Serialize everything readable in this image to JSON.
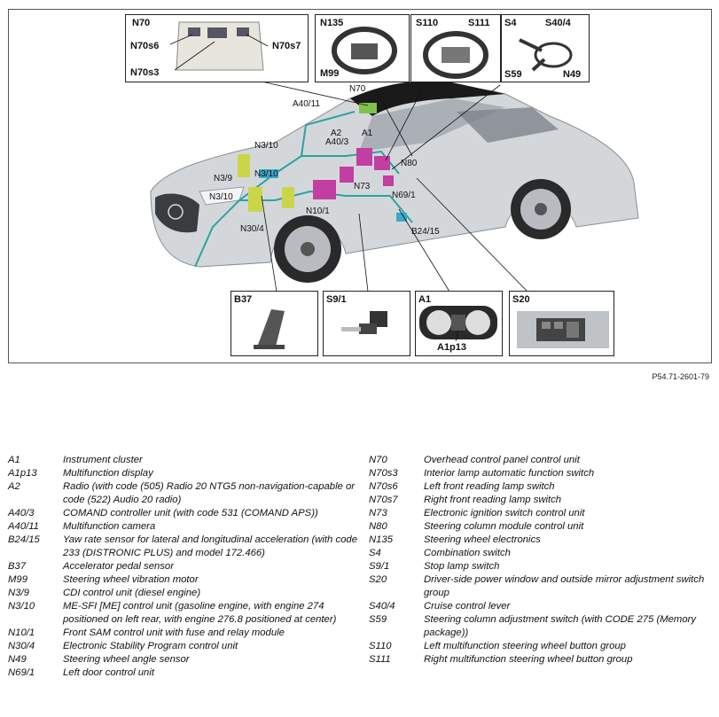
{
  "figure_id": "P54.71-2601-79",
  "callouts": {
    "n70": "N70",
    "a40_11": "A40/11",
    "a2": "A2",
    "a40_3": "A40/3",
    "a1": "A1",
    "n3_10_a": "N3/10",
    "n3_9": "N3/9",
    "n3_10_b": "N3/10",
    "n3_10_c": "N3/10",
    "n30_4": "N30/4",
    "n10_1": "N10/1",
    "n73": "N73",
    "n80": "N80",
    "n69_1": "N69/1",
    "b24_15": "B24/15"
  },
  "insets": {
    "n70": {
      "title": "N70",
      "labels": [
        "N70s6",
        "N70s7",
        "N70s3"
      ]
    },
    "n135": {
      "title": "N135",
      "labels": [
        "M99"
      ]
    },
    "s110": {
      "title": "S110",
      "labels": [
        "S111"
      ]
    },
    "s4": {
      "title": "S4",
      "labels": [
        "S40/4",
        "S59",
        "N49"
      ]
    },
    "b37": {
      "title": "B37"
    },
    "s9_1": {
      "title": "S9/1"
    },
    "a1": {
      "title": "A1",
      "labels": [
        "A1p13"
      ]
    },
    "s20": {
      "title": "S20"
    }
  },
  "legend_left": [
    {
      "code": "A1",
      "desc": "Instrument cluster"
    },
    {
      "code": "A1p13",
      "desc": "Multifunction display"
    },
    {
      "code": "A2",
      "desc": "Radio (with code (505) Radio 20 NTG5 non-navigation-capable or code (522) Audio 20 radio)"
    },
    {
      "code": "A40/3",
      "desc": "COMAND controller unit (with code 531 (COMAND APS))"
    },
    {
      "code": "A40/11",
      "desc": "Multifunction camera"
    },
    {
      "code": "B24/15",
      "desc": "Yaw rate sensor for lateral and longitudinal acceleration (with code 233 (DISTRONIC PLUS) and model 172.466)"
    },
    {
      "code": "B37",
      "desc": "Accelerator pedal sensor"
    },
    {
      "code": "M99",
      "desc": "Steering wheel vibration motor"
    },
    {
      "code": "N3/9",
      "desc": "CDI control unit (diesel engine)"
    },
    {
      "code": "N3/10",
      "desc": "ME-SFI [ME] control unit (gasoline engine, with engine 274 positioned on left rear, with engine 276.8 positioned at center)"
    },
    {
      "code": "N10/1",
      "desc": "Front SAM control unit with fuse and relay module"
    },
    {
      "code": "N30/4",
      "desc": "Electronic Stability Program control unit"
    },
    {
      "code": "N49",
      "desc": "Steering wheel angle sensor"
    },
    {
      "code": "N69/1",
      "desc": "Left door control unit"
    }
  ],
  "legend_right": [
    {
      "code": "N70",
      "desc": "Overhead control panel control unit"
    },
    {
      "code": "N70s3",
      "desc": "Interior lamp automatic function switch"
    },
    {
      "code": "N70s6",
      "desc": "Left front reading lamp switch"
    },
    {
      "code": "N70s7",
      "desc": "Right front reading lamp switch"
    },
    {
      "code": "N73",
      "desc": "Electronic ignition switch control unit"
    },
    {
      "code": "N80",
      "desc": "Steering column module control unit"
    },
    {
      "code": "N135",
      "desc": "Steering wheel electronics"
    },
    {
      "code": "S4",
      "desc": "Combination switch"
    },
    {
      "code": "S9/1",
      "desc": "Stop lamp switch"
    },
    {
      "code": "S20",
      "desc": "Driver-side power window and outside mirror adjustment switch group"
    },
    {
      "code": "S40/4",
      "desc": "Cruise control lever"
    },
    {
      "code": "S59",
      "desc": "Steering column adjustment switch (with CODE 275 (Memory package))"
    },
    {
      "code": "S110",
      "desc": "Left multifunction steering wheel button group"
    },
    {
      "code": "S111",
      "desc": "Right multifunction steering wheel button group"
    }
  ]
}
